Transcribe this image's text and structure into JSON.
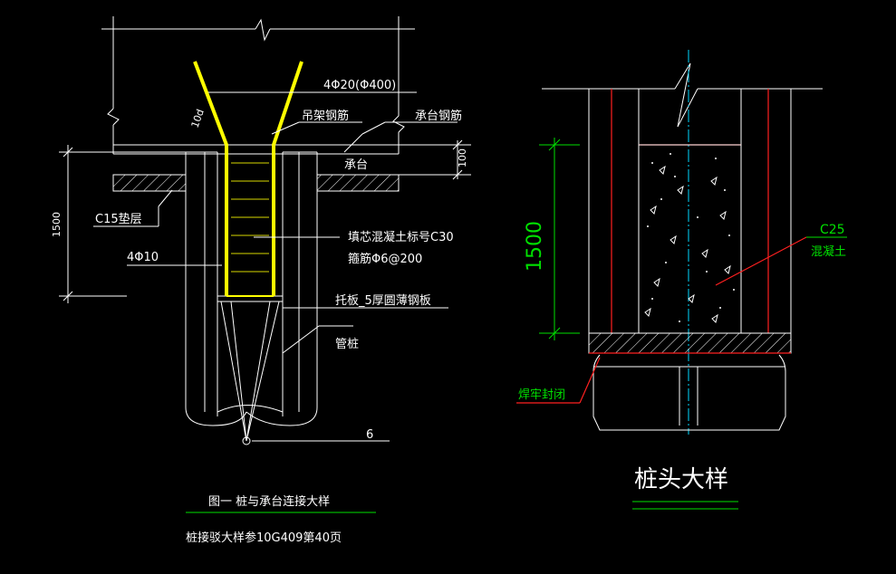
{
  "left_detail": {
    "rebar_top": "4Φ20(Φ400)",
    "length_label": "10d",
    "hanger_rebar": "吊架钢筋",
    "cap_rebar": "承台钢筋",
    "cap": "承台",
    "dim_100": "100",
    "cushion": "C15垫层",
    "dim_1500": "1500",
    "fill_concrete": "填芯混凝土标号C30",
    "stirrup": "箍筋Φ6@200",
    "rebar_4phi10": "4Φ10",
    "support_plate": "托板_5厚圆薄钢板",
    "pipe_pile": "管桩",
    "num_6": "6",
    "caption": "图一  桩与承台连接大样",
    "reference": "桩接驳大样参10G409第40页"
  },
  "right_detail": {
    "dim_1500": "1500",
    "concrete_grade": "C25",
    "concrete_name": "混凝土",
    "weld_seal": "焊牢封闭",
    "title": "桩头大样"
  },
  "colors": {
    "background": "#000000",
    "line": "#ffffff",
    "rebar": "#ffff00",
    "annotation": "#00e000",
    "wall": "#ff2020",
    "center": "#00d8ff"
  }
}
